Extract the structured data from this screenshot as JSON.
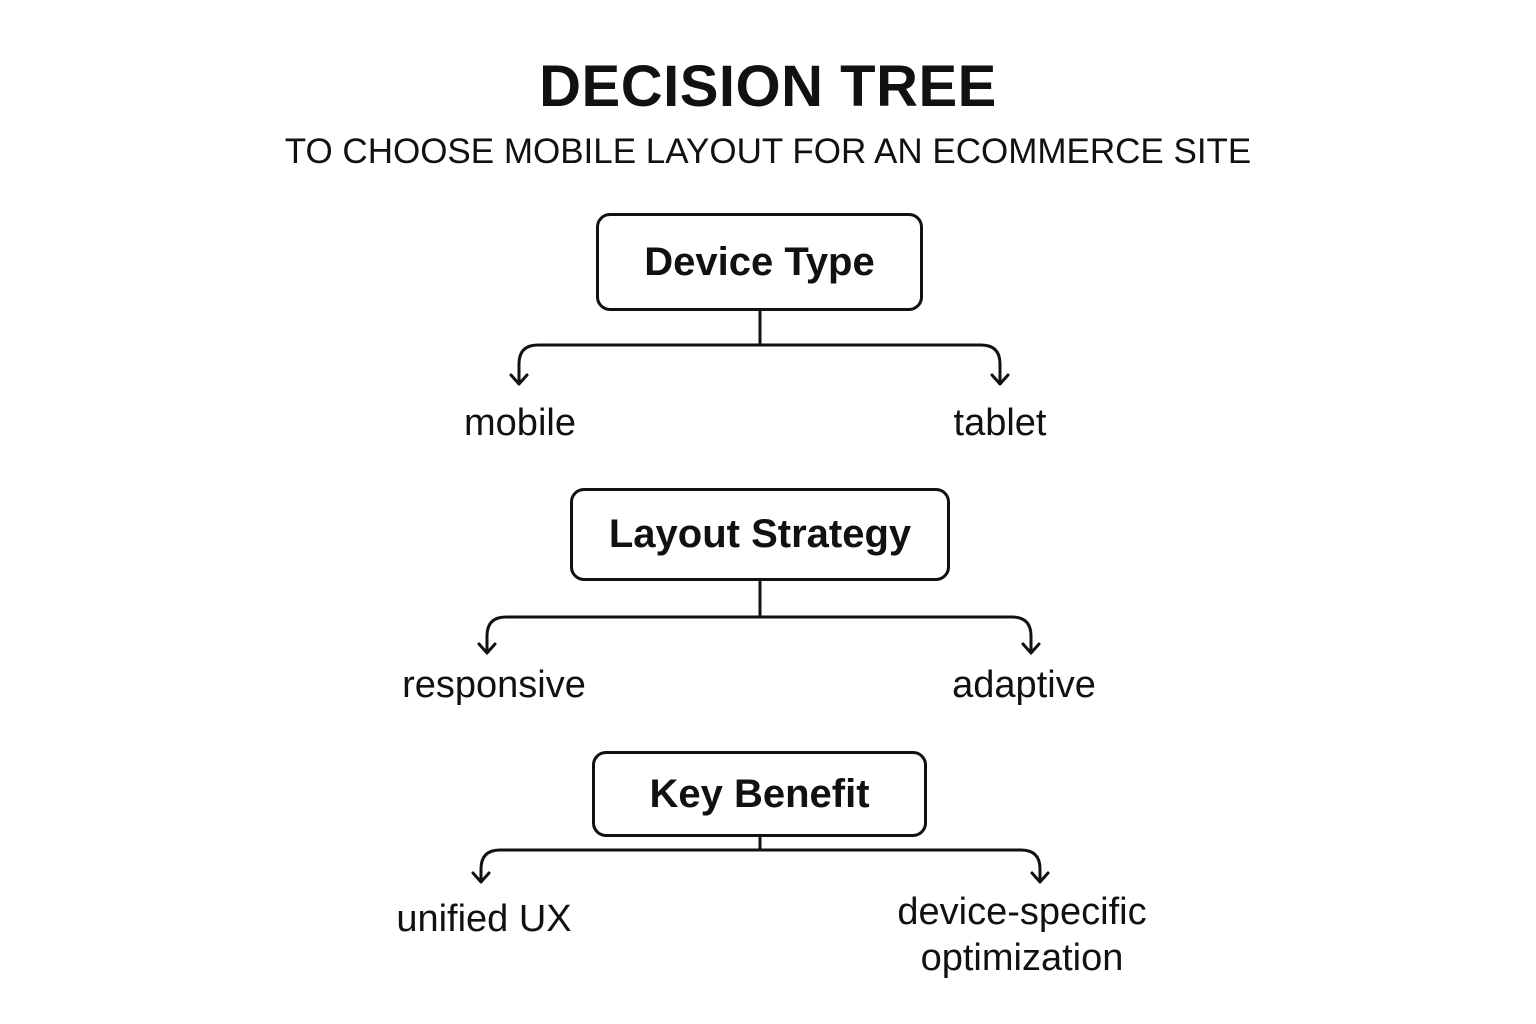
{
  "diagram": {
    "title": "DECISION TREE",
    "subtitle": "TO CHOOSE MOBILE LAYOUT FOR AN ECOMMERCE SITE",
    "nodes": {
      "device_type": {
        "label": "Device Type",
        "branches": {
          "left": "mobile",
          "right": "tablet"
        }
      },
      "layout_strategy": {
        "label": "Layout Strategy",
        "branches": {
          "left": "responsive",
          "right": "adaptive"
        }
      },
      "key_benefit": {
        "label": "Key Benefit",
        "branches": {
          "left": "unified UX",
          "right_line1": "device-specific",
          "right_line2": "optimization"
        }
      }
    },
    "colors": {
      "stroke": "#111111",
      "background": "#ffffff"
    }
  }
}
